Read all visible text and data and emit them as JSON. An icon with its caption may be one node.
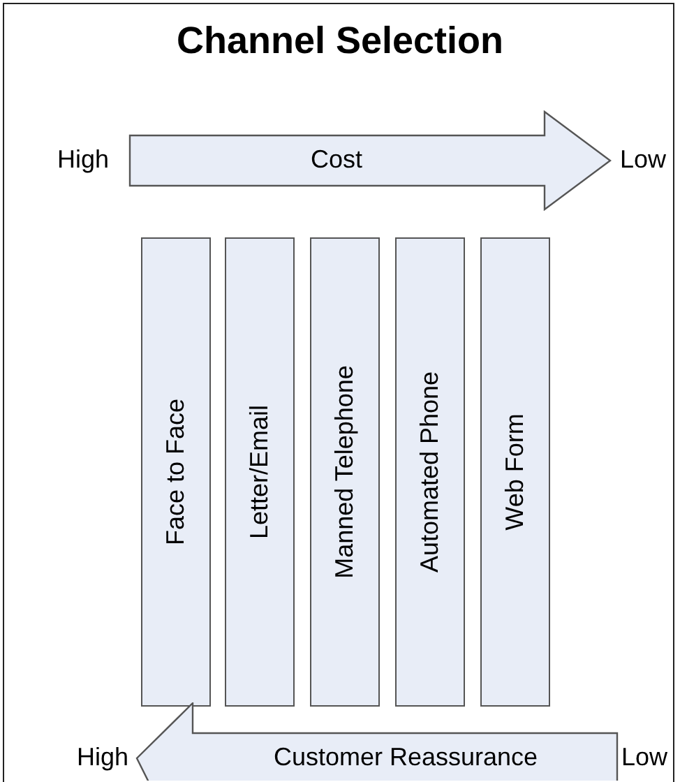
{
  "diagram": {
    "title": "Channel Selection",
    "nodes": [
      {
        "text": [
          "Cost"
        ],
        "beside": [
          "High",
          "Low"
        ]
      },
      {
        "text": [
          "Face to Face"
        ]
      },
      {
        "text": [
          "Letter/Email"
        ]
      },
      {
        "text": [
          "Manned Telephone"
        ]
      },
      {
        "text": [
          "Automated Phone"
        ]
      },
      {
        "text": [
          "Web Form"
        ]
      },
      {
        "text": [
          "Customer Reassurance"
        ],
        "beside": [
          "High",
          "Low"
        ]
      }
    ],
    "edges": []
  }
}
